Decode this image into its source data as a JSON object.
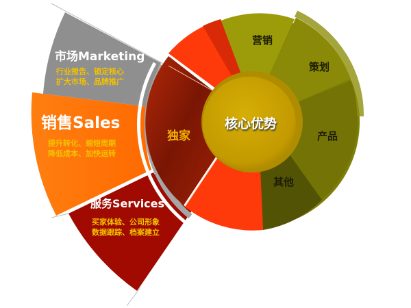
{
  "diagram": {
    "core": {
      "label": "核心优势",
      "color": "#c8a000"
    },
    "inner_segments": [
      {
        "label": "营销",
        "color": "#9a9a06"
      },
      {
        "label": "策划",
        "color": "#84840a"
      },
      {
        "label": "产品",
        "color": "#727206"
      },
      {
        "label": "其他",
        "color": "#4f4f06"
      }
    ],
    "exclusive_segment": {
      "label": "独家",
      "color": "#8a1a04"
    },
    "fan_segments": [
      {
        "title": "市场Marketing",
        "lines": [
          "行业报告、锁定核心",
          "扩大市场、品牌推广"
        ],
        "color": "#8f8f8f"
      },
      {
        "title": "销售Sales",
        "lines": [
          "提升转化、缩短周期",
          "降低成本、加快运转"
        ],
        "color": "#ff7200"
      },
      {
        "title": "服务Services",
        "lines": [
          "买家体验、公司形象",
          "数据跟踪、档案建立"
        ],
        "color": "#a00a00"
      }
    ],
    "accent_colors": {
      "red_bright": "#ff3a0a",
      "gray_band": "#a6a6a6",
      "subtitle_yellow": "#f2c200"
    }
  }
}
